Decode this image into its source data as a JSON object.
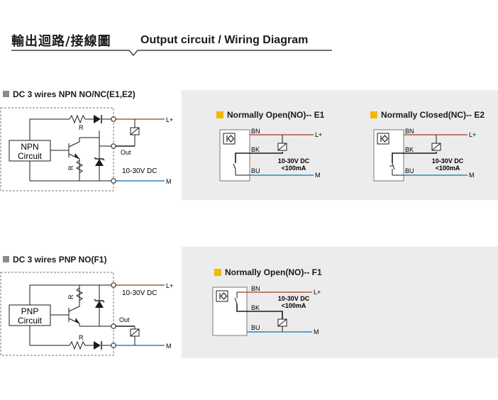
{
  "header": {
    "title_zh": "輸出迴路/接線圖",
    "title_en": "Output circuit / Wiring Diagram"
  },
  "colors": {
    "brown": "#b05a3c",
    "blue": "#2b86c5",
    "black": "#1a1a1a",
    "yellow": "#f5b800",
    "gray_panel": "#ececec"
  },
  "npn": {
    "title": "DC 3 wires NPN NO/NC(E1,E2)",
    "block_label_1": "NPN",
    "block_label_2": "Circuit",
    "resistor_top": "R",
    "resistor_side": "R",
    "out": "Out",
    "supply": "10-30V DC",
    "lplus": "L+",
    "m": "M",
    "no": {
      "title": "Normally Open(NO)-- E1",
      "bn": "BN",
      "bk": "BK",
      "bu": "BU",
      "supply": "10-30V DC",
      "current": "<100mA",
      "lplus": "L+",
      "m": "M"
    },
    "nc": {
      "title": "Normally Closed(NC)-- E2",
      "bn": "BN",
      "bk": "BK",
      "bu": "BU",
      "supply": "10-30V DC",
      "current": "<100mA",
      "lplus": "L+",
      "m": "M"
    }
  },
  "pnp": {
    "title": "DC 3 wires PNP NO(F1)",
    "block_label_1": "PNP",
    "block_label_2": "Circuit",
    "resistor_top": "R",
    "resistor_bottom": "R",
    "out": "Out",
    "supply": "10-30V DC",
    "lplus": "L+",
    "m": "M",
    "no": {
      "title": "Normally Open(NO)-- F1",
      "bn": "BN",
      "bk": "BK",
      "bu": "BU",
      "supply": "10-30V DC",
      "current": "<100mA",
      "lplus": "L+",
      "m": "M"
    }
  }
}
